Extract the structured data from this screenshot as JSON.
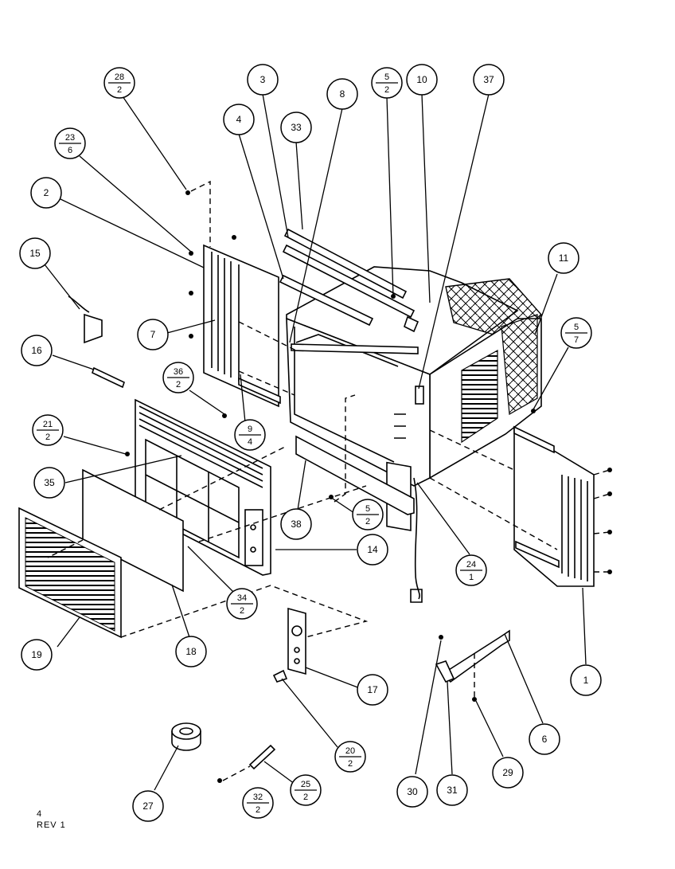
{
  "callouts": [
    {
      "id": "c28",
      "num": "28",
      "qty": "2"
    },
    {
      "id": "c23",
      "num": "23",
      "qty": "6"
    },
    {
      "id": "c2",
      "num": "2"
    },
    {
      "id": "c15",
      "num": "15"
    },
    {
      "id": "c16",
      "num": "16"
    },
    {
      "id": "c7",
      "num": "7"
    },
    {
      "id": "c36",
      "num": "36",
      "qty": "2"
    },
    {
      "id": "c21",
      "num": "21",
      "qty": "2"
    },
    {
      "id": "c35",
      "num": "35"
    },
    {
      "id": "c19",
      "num": "19"
    },
    {
      "id": "c18",
      "num": "18"
    },
    {
      "id": "c34",
      "num": "34",
      "qty": "2"
    },
    {
      "id": "c3",
      "num": "3"
    },
    {
      "id": "c4",
      "num": "4"
    },
    {
      "id": "c33",
      "num": "33"
    },
    {
      "id": "c8",
      "num": "8"
    },
    {
      "id": "c5a",
      "num": "5",
      "qty": "2"
    },
    {
      "id": "c10",
      "num": "10"
    },
    {
      "id": "c37",
      "num": "37"
    },
    {
      "id": "c11",
      "num": "11"
    },
    {
      "id": "c5b",
      "num": "5",
      "qty": "7"
    },
    {
      "id": "c9",
      "num": "9",
      "qty": "4"
    },
    {
      "id": "c38",
      "num": "38"
    },
    {
      "id": "c5c",
      "num": "5",
      "qty": "2"
    },
    {
      "id": "c14",
      "num": "14"
    },
    {
      "id": "c24",
      "num": "24",
      "qty": "1"
    },
    {
      "id": "c1",
      "num": "1"
    },
    {
      "id": "c17",
      "num": "17"
    },
    {
      "id": "c20",
      "num": "20",
      "qty": "2"
    },
    {
      "id": "c6",
      "num": "6"
    },
    {
      "id": "c29",
      "num": "29"
    },
    {
      "id": "c30",
      "num": "30"
    },
    {
      "id": "c31",
      "num": "31"
    },
    {
      "id": "c27",
      "num": "27"
    },
    {
      "id": "c25",
      "num": "25",
      "qty": "2"
    },
    {
      "id": "c32",
      "num": "32",
      "qty": "2"
    }
  ],
  "footer": {
    "page": "4",
    "revision": "REV 1"
  }
}
